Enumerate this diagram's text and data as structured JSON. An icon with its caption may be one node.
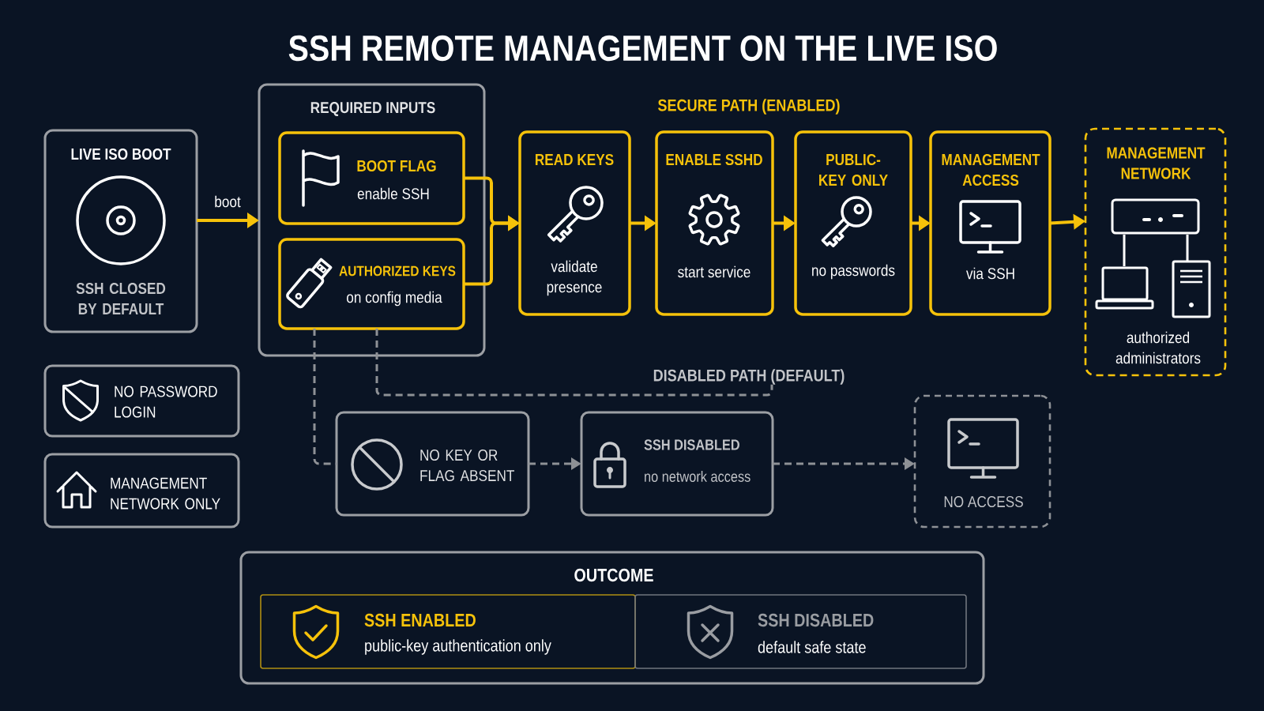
{
  "diagram": {
    "title": "SSH REMOTE MANAGEMENT ON THE LIVE ISO",
    "nodes": [
      {
        "text": [
          "LIVE ISO BOOT",
          "SSH CLOSED BY DEFAULT"
        ]
      },
      {
        "text": [
          "REQUIRED INPUTS"
        ]
      },
      {
        "text": [
          "BOOT FLAG",
          "enable SSH"
        ],
        "in": 1
      },
      {
        "text": [
          "AUTHORIZED KEYS",
          "on config media"
        ],
        "in": 1
      },
      {
        "text": [
          "READ KEYS",
          "validate presence"
        ]
      },
      {
        "text": [
          "ENABLE SSHD",
          "start service"
        ]
      },
      {
        "text": [
          "PUBLIC-KEY ONLY",
          "no passwords"
        ]
      },
      {
        "text": [
          "MANAGEMENT ACCESS",
          "via SSH"
        ]
      },
      {
        "text": [
          "MANAGEMENT NETWORK",
          "authorized administrators"
        ]
      },
      {
        "text": [
          "NO PASSWORD LOGIN"
        ]
      },
      {
        "text": [
          "MANAGEMENT NETWORK ONLY"
        ]
      },
      {
        "text": [
          "DISABLED PATH (DEFAULT)"
        ]
      },
      {
        "text": [
          "NO KEY OR FLAG ABSENT"
        ]
      },
      {
        "text": [
          "SSH DISABLED",
          "no network access"
        ]
      },
      {
        "text": [
          "NO ACCESS"
        ]
      },
      {
        "text": [
          "OUTCOME"
        ]
      },
      {
        "text": [
          "SSH ENABLED",
          "public-key authentication only"
        ],
        "in": 15
      },
      {
        "text": [
          "SSH DISABLED",
          "default safe state"
        ],
        "in": 15
      }
    ],
    "edges": [
      {
        "from": 0,
        "to": 1,
        "arrow": "to",
        "label": "boot"
      },
      {
        "from": 2,
        "to": 4,
        "arrow": "to"
      },
      {
        "from": 3,
        "to": 4,
        "arrow": "to"
      },
      {
        "from": 4,
        "to": 5,
        "arrow": "to"
      },
      {
        "from": 5,
        "to": 6,
        "arrow": "to"
      },
      {
        "from": 6,
        "to": 7,
        "arrow": "to"
      },
      {
        "from": 7,
        "to": 8,
        "arrow": "to"
      },
      {
        "from": 3,
        "to": 12,
        "arrow": "none",
        "style": "dashed",
        "color": "#8e9196"
      },
      {
        "from": 3,
        "to": 11,
        "arrow": "none",
        "style": "dashed",
        "color": "#8e9196"
      },
      {
        "from": 12,
        "to": 13,
        "arrow": "to",
        "style": "dashed",
        "color": "#8e9196"
      },
      {
        "from": 13,
        "to": 14,
        "arrow": "to",
        "style": "dashed",
        "color": "#8e9196"
      }
    ],
    "labels": [
      "SECURE PATH (ENABLED)"
    ]
  }
}
